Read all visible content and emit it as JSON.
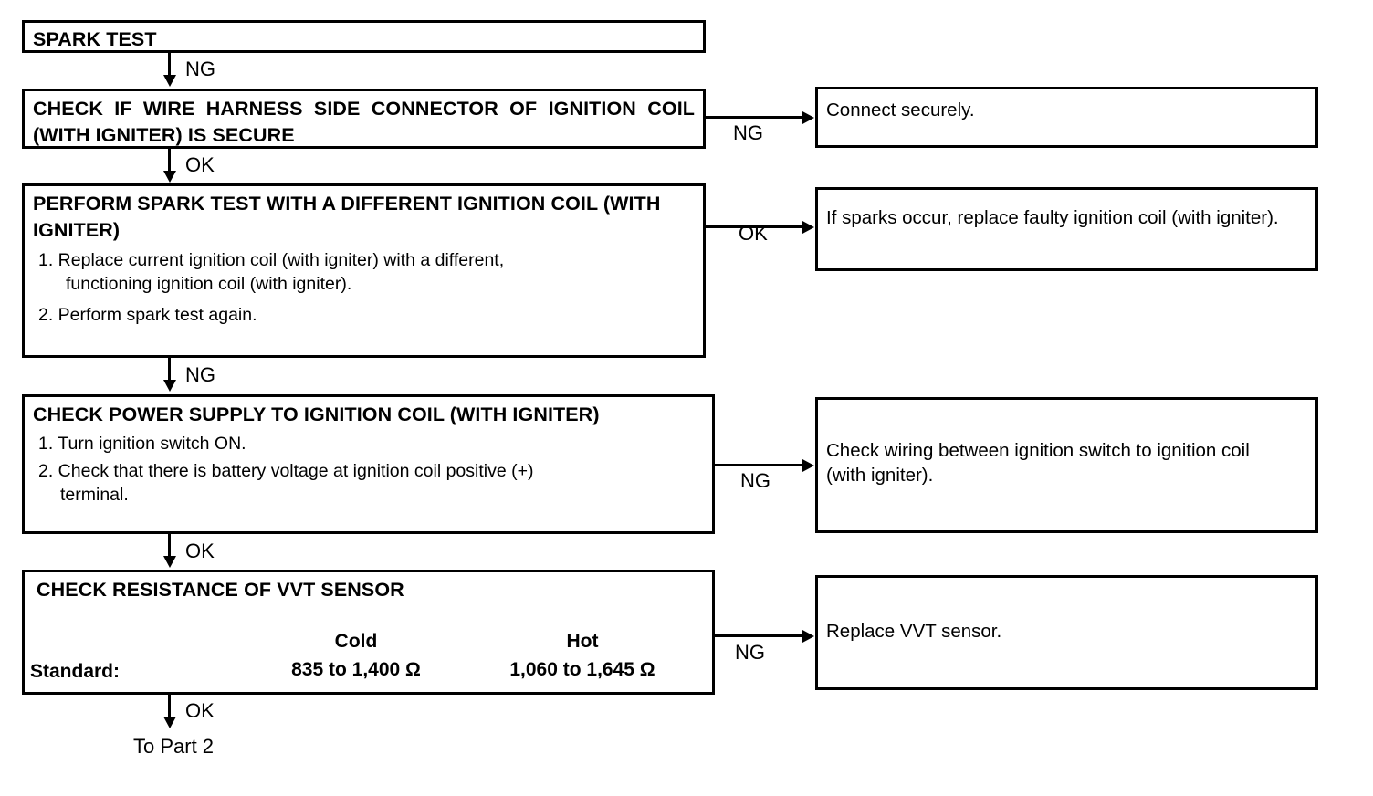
{
  "diagram": {
    "type": "flowchart",
    "title": "SPARK TEST troubleshooting flow",
    "nodes": {
      "spark_test": {
        "title": "SPARK TEST"
      },
      "check_connector": {
        "title": "CHECK IF WIRE HARNESS SIDE CONNECTOR OF IGNITION COIL (WITH IGNITER) IS SECURE"
      },
      "perform_spark_test": {
        "title": "PERFORM SPARK TEST WITH A DIFFERENT IGNITION COIL (WITH IGNITER)",
        "step1": "1. Replace current ignition coil (with igniter) with a different,",
        "step1_cont": "functioning ignition coil (with igniter).",
        "step2": "2. Perform spark test again."
      },
      "check_power_supply": {
        "title": "CHECK POWER SUPPLY TO IGNITION COIL (WITH IGNITER)",
        "step1": "1. Turn ignition switch ON.",
        "step2": "2. Check that there is battery voltage at ignition coil positive (+)",
        "step2_cont": "terminal."
      },
      "check_vvt_resistance": {
        "title": "CHECK RESISTANCE OF VVT SENSOR",
        "standard_label": "Standard:",
        "cold_header": "Cold",
        "cold_value": "835 to 1,400 Ω",
        "hot_header": "Hot",
        "hot_value": "1,060 to 1,645 Ω"
      },
      "connect_securely": {
        "text": "Connect securely."
      },
      "replace_faulty_coil": {
        "text": "If sparks occur, replace faulty ignition coil (with igniter)."
      },
      "check_wiring": {
        "text": "Check wiring between ignition switch to ignition coil (with igniter)."
      },
      "replace_vvt_sensor": {
        "text": "Replace VVT sensor."
      }
    },
    "edges": {
      "spark_to_connector": "NG",
      "connector_to_connect_securely": "NG",
      "connector_to_perform": "OK",
      "perform_to_replace_coil": "OK",
      "perform_to_power": "NG",
      "power_to_wiring": "NG",
      "power_to_vvt": "OK",
      "vvt_to_replace_sensor": "NG",
      "vvt_to_part2": "OK"
    },
    "terminal": {
      "to_part_2": "To Part 2"
    }
  }
}
